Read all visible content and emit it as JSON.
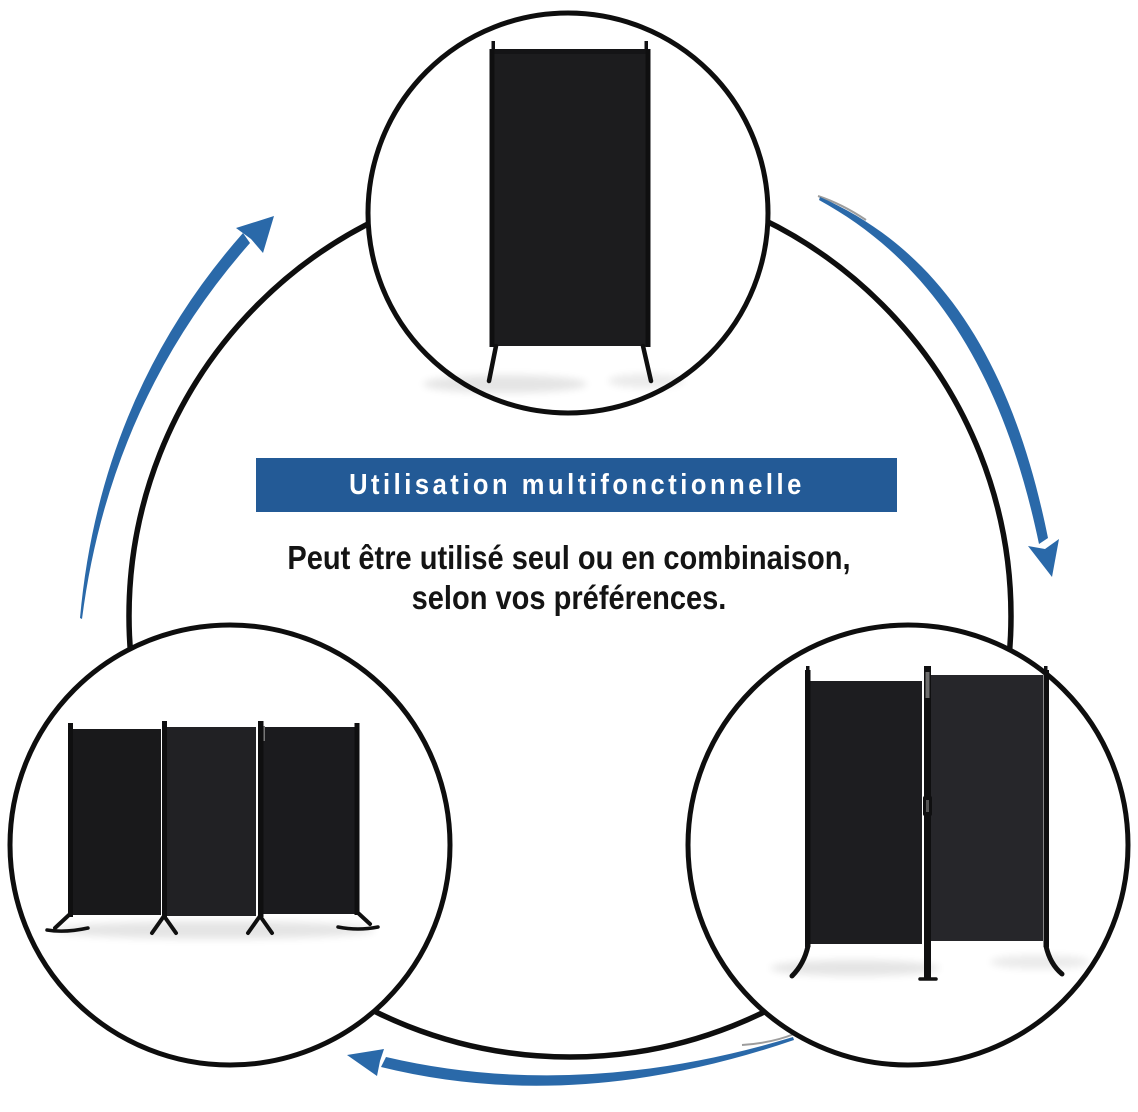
{
  "banner": {
    "label": "Utilisation multifonctionnelle",
    "bg_color": "#235a96",
    "text_color": "#ffffff"
  },
  "caption": {
    "line1": "Peut être utilisé seul ou en combinaison,",
    "line2": "selon vos préférences."
  },
  "diagram": {
    "type": "cycle",
    "ring_color": "#0e0e0e",
    "circle_outline_color": "#0e0e0e",
    "arrow_color": "#2a69a9",
    "panel_color": "#1d1d20",
    "nodes": [
      {
        "id": "single-panel",
        "position": "top",
        "icon": "single-panel-room-divider"
      },
      {
        "id": "three-panel",
        "position": "bottom-left",
        "icon": "three-panel-room-divider"
      },
      {
        "id": "two-panel",
        "position": "bottom-right",
        "icon": "two-panel-room-divider"
      }
    ],
    "arrows": [
      {
        "id": "left",
        "direction": "up",
        "from": "bottom-left",
        "to": "top"
      },
      {
        "id": "right",
        "direction": "down",
        "from": "top",
        "to": "bottom-right"
      },
      {
        "id": "bottom",
        "direction": "left",
        "from": "bottom-right",
        "to": "bottom-left"
      }
    ]
  }
}
